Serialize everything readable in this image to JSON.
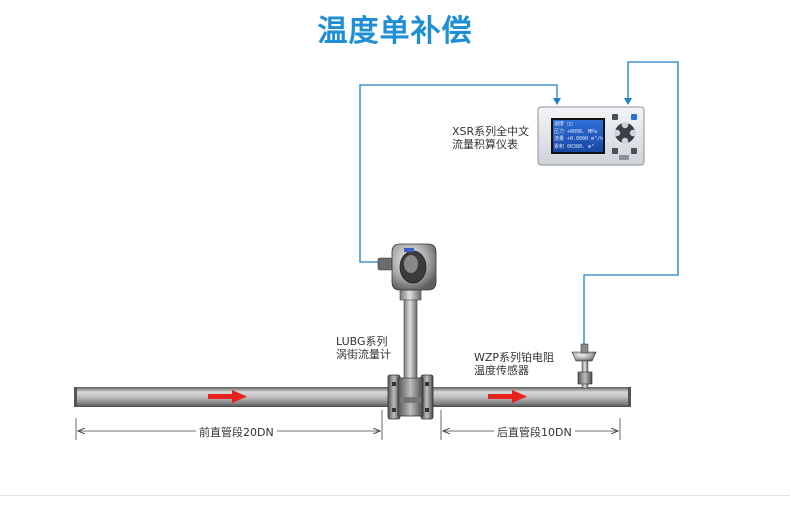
{
  "title": "温度单补偿",
  "display": {
    "label_line1": "XSR系列全中文",
    "label_line2": "流量积算仪表",
    "screen_lines": [
      "温度 □□",
      "压力 +0098. MPa",
      "流量 +0.0000 m³/h",
      "累积 00380. m³"
    ]
  },
  "flowmeter": {
    "label_line1": "LUBG系列",
    "label_line2": "涡街流量计"
  },
  "sensor": {
    "label_line1": "WZP系列铂电阻",
    "label_line2": "温度传感器"
  },
  "dimensions": {
    "upstream": "前直管段20DN",
    "downstream": "后直管段10DN"
  },
  "colors": {
    "title": "#1e8fd6",
    "signal_line": "#1e7fc4",
    "flow_arrow": "#e8231f",
    "pipe": "#9a9a9a"
  }
}
